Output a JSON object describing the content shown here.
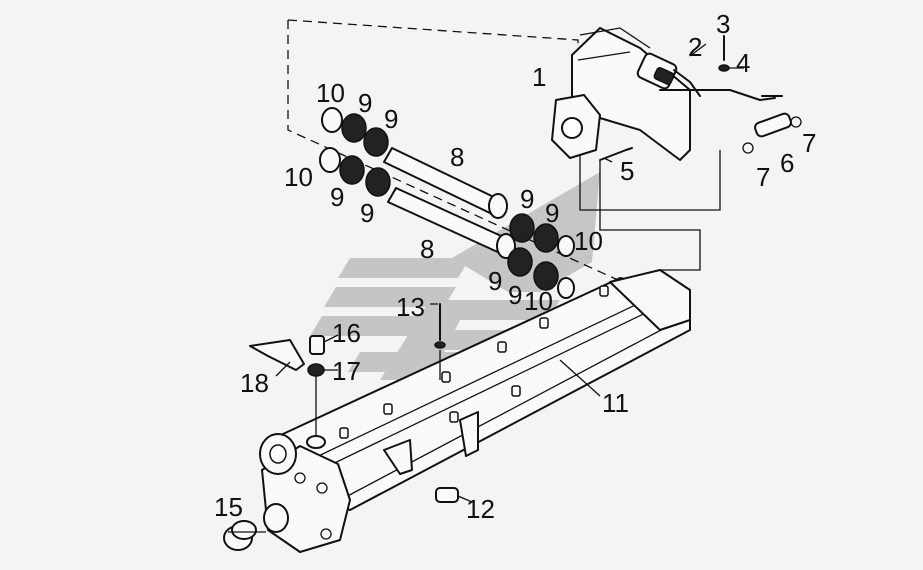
{
  "diagram": {
    "watermark_color": "#b9b9b9",
    "line_color": "#111111",
    "callouts": [
      {
        "id": "c1",
        "text": "1"
      },
      {
        "id": "c2",
        "text": "2"
      },
      {
        "id": "c3",
        "text": "3"
      },
      {
        "id": "c4",
        "text": "4"
      },
      {
        "id": "c5",
        "text": "5"
      },
      {
        "id": "c6",
        "text": "6"
      },
      {
        "id": "c7a",
        "text": "7"
      },
      {
        "id": "c7b",
        "text": "7"
      },
      {
        "id": "c8a",
        "text": "8"
      },
      {
        "id": "c8b",
        "text": "8"
      },
      {
        "id": "c9a",
        "text": "9"
      },
      {
        "id": "c9b",
        "text": "9"
      },
      {
        "id": "c9c",
        "text": "9"
      },
      {
        "id": "c9d",
        "text": "9"
      },
      {
        "id": "c9e",
        "text": "9"
      },
      {
        "id": "c9f",
        "text": "9"
      },
      {
        "id": "c9g",
        "text": "9"
      },
      {
        "id": "c9h",
        "text": "9"
      },
      {
        "id": "c10a",
        "text": "10"
      },
      {
        "id": "c10b",
        "text": "10"
      },
      {
        "id": "c10c",
        "text": "10"
      },
      {
        "id": "c10d",
        "text": "10"
      },
      {
        "id": "c11",
        "text": "11"
      },
      {
        "id": "c12",
        "text": "12"
      },
      {
        "id": "c13",
        "text": "13"
      },
      {
        "id": "c15",
        "text": "15"
      },
      {
        "id": "c16",
        "text": "16"
      },
      {
        "id": "c17",
        "text": "17"
      },
      {
        "id": "c18",
        "text": "18"
      }
    ]
  }
}
